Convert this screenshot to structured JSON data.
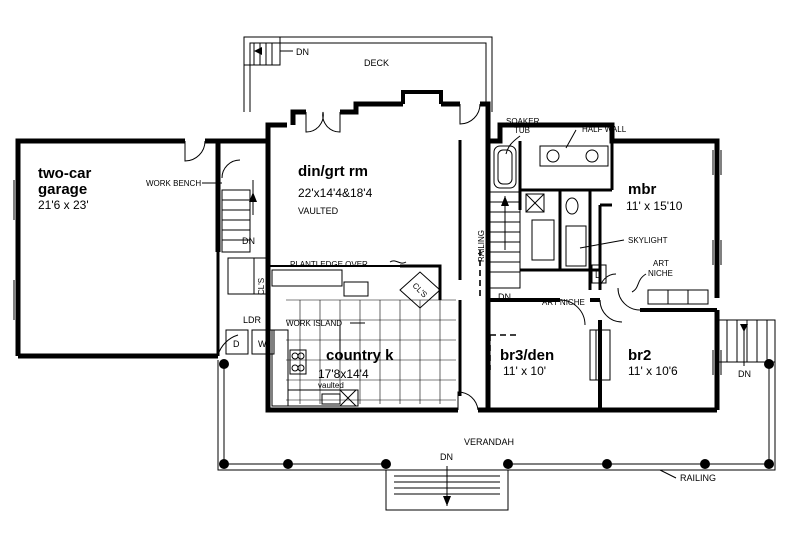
{
  "rooms": {
    "garage_name_1": "two-car",
    "garage_name_2": "garage",
    "garage_dims": "21'6 x 23'",
    "din_name": "din/grt rm",
    "din_dims": "22'x14'4&18'4",
    "din_note": "VAULTED",
    "kitchen_name": "country k",
    "kitchen_dims": "17'8x14'4",
    "kitchen_note": "vaulted",
    "mbr_name": "mbr",
    "mbr_dims": "11' x 15'10",
    "br3_name": "br3/den",
    "br3_dims": "11' x 10'",
    "br2_name": "br2",
    "br2_dims": "11' x 10'6"
  },
  "labels": {
    "deck": "DECK",
    "deck_dn": "DN",
    "work_bench": "WORK BENCH",
    "stair_dn": "DN",
    "plant_ledge": "PLANTLEDGE OVER",
    "work_island": "WORK ISLAND",
    "ldr": "LDR",
    "washer_d": "D",
    "washer_w": "W",
    "clos_1": "CL'S",
    "clos_2": "CL'S",
    "railing_vertical": "RAILING",
    "hall_dn": "DN",
    "soaker_1": "SOAKER",
    "soaker_2": "TUB",
    "half_wall": "HALF WALL",
    "skylight": "SKYLIGHT",
    "art_niche_1": "ART",
    "art_niche_2": "NICHE",
    "art_niche_hall": "ART NICHE",
    "linen": "L",
    "right_dn": "DN",
    "verandah": "VERANDAH",
    "front_dn": "DN",
    "railing": "RAILING"
  }
}
